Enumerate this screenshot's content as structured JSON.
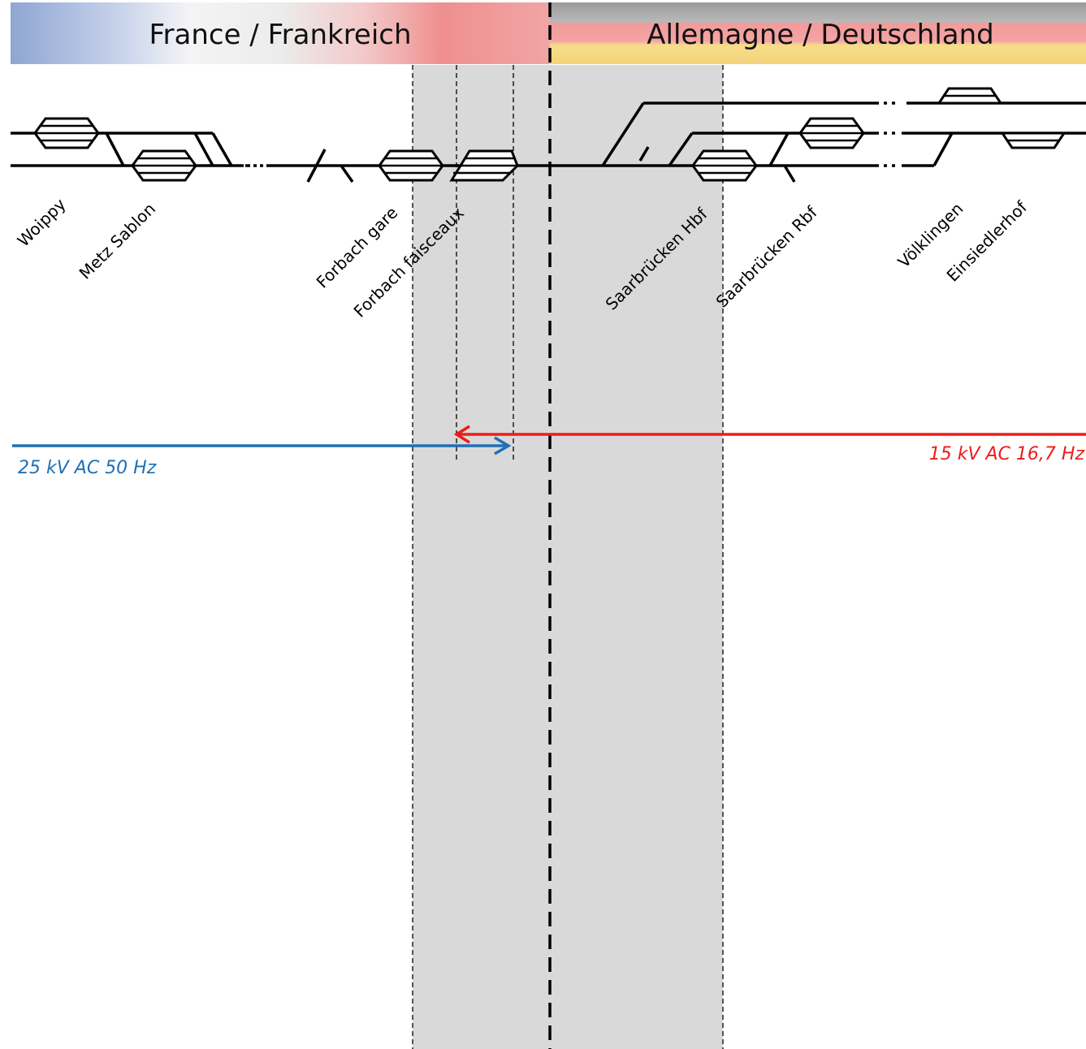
{
  "countries": {
    "left": "France / Frankreich",
    "right": "Allemagne / Deutschland"
  },
  "stations": [
    "Woippy",
    "Metz Sablon",
    "Forbach gare",
    "Forbach faisceaux",
    "Saarbrücken Hbf",
    "Saarbrücken Rbf",
    "Völklingen",
    "Einsiedlerhof"
  ],
  "voltages": {
    "france": "25 kV AC 50 Hz",
    "germany": "15 kV AC 16,7 Hz"
  },
  "colors": {
    "france_voltage": "#1f6fb5",
    "germany_voltage": "#ee1b1b",
    "transition_zone": "#d9d9d9",
    "border_line": "#000000"
  }
}
